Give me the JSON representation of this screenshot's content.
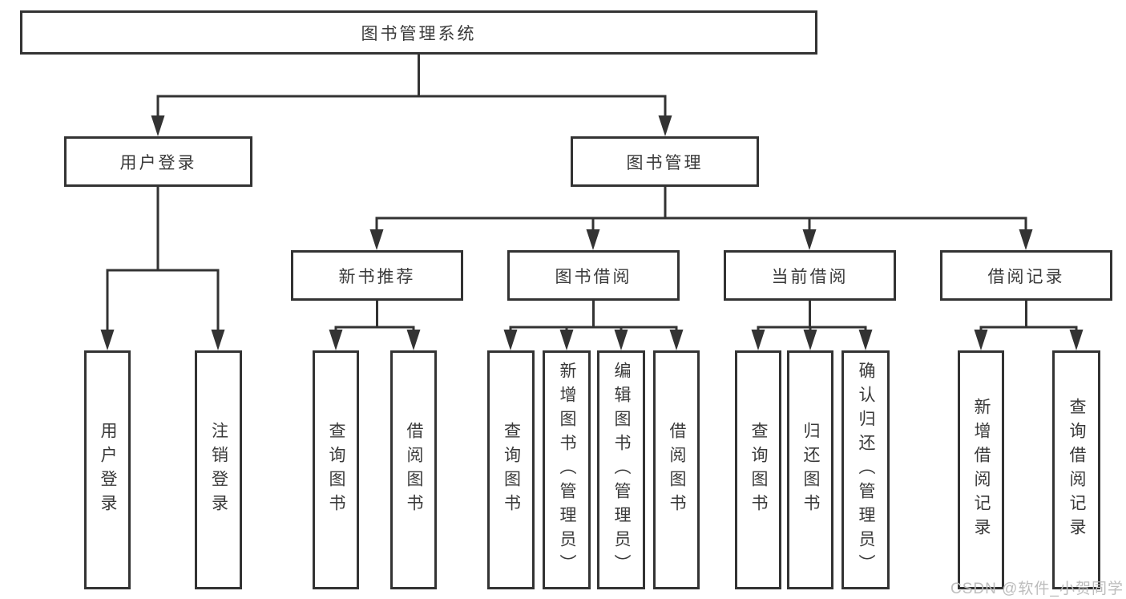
{
  "diagram": {
    "title": "图书管理系统",
    "level2": [
      "用户登录",
      "图书管理"
    ],
    "level3": [
      "新书推荐",
      "图书借阅",
      "当前借阅",
      "借阅记录"
    ],
    "leaves": {
      "user_login": [
        "用户登录",
        "注销登录"
      ],
      "new_book": [
        "查询图书",
        "借阅图书"
      ],
      "book_borrow": [
        "查询图书",
        "新增图书（管理员）",
        "编辑图书（管理员）",
        "借阅图书"
      ],
      "current_borrow": [
        "查询图书",
        "归还图书",
        "确认归还（管理员）"
      ],
      "borrow_records": [
        "新增借阅记录",
        "查询借阅记录"
      ]
    },
    "watermark": "CSDN @软件_小贺同学",
    "colors": {
      "line": "#333333",
      "text": "#3a3a3a",
      "box_fill": "#ffffff",
      "background": "#ffffff",
      "watermark": "#bdbdbd"
    }
  }
}
